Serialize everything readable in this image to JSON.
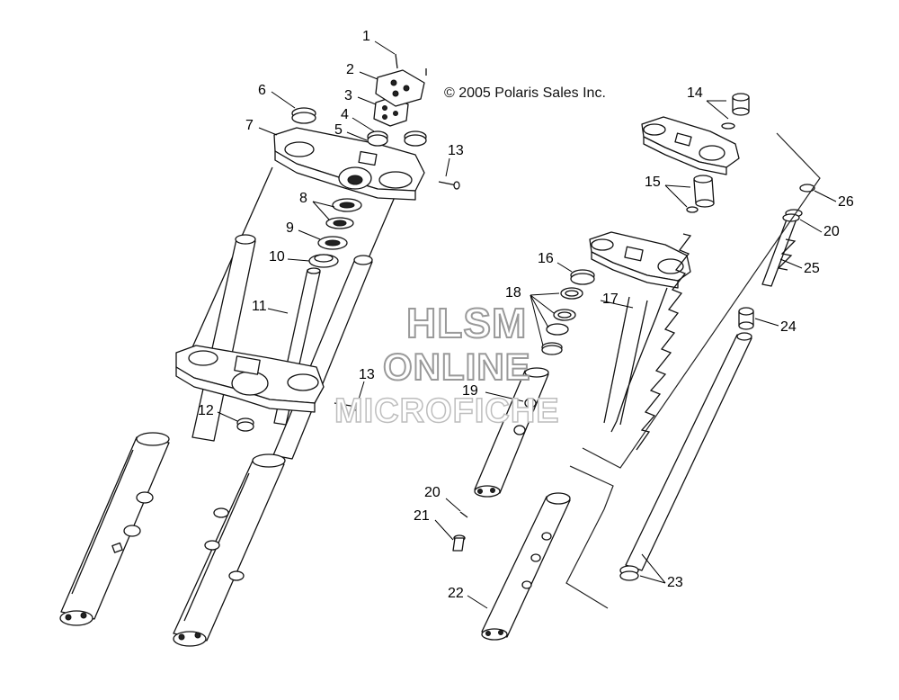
{
  "copyright": "© 2005 Polaris Sales Inc.",
  "watermark": {
    "line1": "HLSM",
    "line2": "ONLINE",
    "line3": "MICROFICHE"
  },
  "callouts": [
    "1",
    "2",
    "3",
    "4",
    "5",
    "6",
    "7",
    "8",
    "9",
    "10",
    "11",
    "12",
    "13",
    "13",
    "14",
    "15",
    "16",
    "17",
    "18",
    "19",
    "20",
    "20",
    "21",
    "22",
    "23",
    "24",
    "25",
    "26"
  ]
}
